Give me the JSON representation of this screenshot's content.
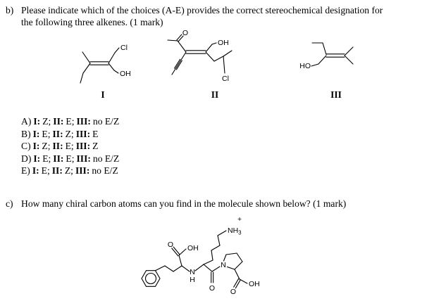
{
  "page": {
    "background": "#ffffff",
    "ink": "#000000"
  },
  "question_b": {
    "key": "b)",
    "line1": "Please indicate which of the choices (A-E) provides the correct stereochemical designation for",
    "line2": "the following three alkenes. (1 mark)",
    "structures": [
      {
        "label": "I"
      },
      {
        "label": "II"
      },
      {
        "label": "III"
      }
    ],
    "choices": [
      {
        "key": "A)",
        "r1": "I:",
        "v1": "Z;",
        "r2": "II:",
        "v2": "E;",
        "r3": "III:",
        "v3": "no E/Z"
      },
      {
        "key": "B)",
        "r1": "I:",
        "v1": "E;",
        "r2": "II:",
        "v2": "Z;",
        "r3": "III:",
        "v3": "E"
      },
      {
        "key": "C)",
        "r1": "I:",
        "v1": "Z;",
        "r2": "II:",
        "v2": "E;",
        "r3": "III:",
        "v3": "Z"
      },
      {
        "key": "D)",
        "r1": "I:",
        "v1": "E;",
        "r2": "II:",
        "v2": "E;",
        "r3": "III:",
        "v3": "no E/Z"
      },
      {
        "key": "E)",
        "r1": "I:",
        "v1": "E;",
        "r2": "II:",
        "v2": "Z;",
        "r3": "III:",
        "v3": "no E/Z"
      }
    ]
  },
  "question_c": {
    "key": "c)",
    "text": "How many chiral carbon atoms can you find in the molecule shown below? (1 mark)"
  },
  "atoms": {
    "s1_cl": "Cl",
    "s1_oh": "OH",
    "s2_o": "O",
    "s2_oh": "OH",
    "s2_cl": "Cl",
    "s3_ho": "HO",
    "mol_o1": "O",
    "mol_oh1": "OH",
    "mol_n_amine": "N",
    "mol_h_amine": "H",
    "mol_nh": "NH",
    "mol_nh_sub": "3",
    "mol_plus": "+",
    "mol_o_amide": "O",
    "mol_n_ring": "N",
    "mol_o2": "O",
    "mol_oh2": "OH"
  }
}
